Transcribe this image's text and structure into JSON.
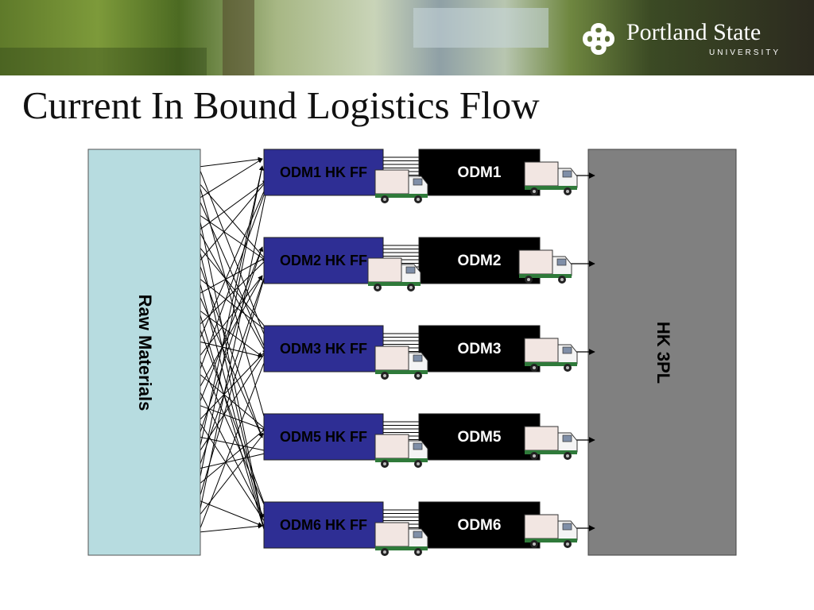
{
  "header": {
    "university_name": "Portland State",
    "university_sub": "UNIVERSITY"
  },
  "title": "Current In Bound Logistics Flow",
  "diagram": {
    "source": {
      "label": "Raw Materials",
      "color": "#b7dce0"
    },
    "destination": {
      "label": "HK 3PL",
      "color": "#808080"
    },
    "forwarders": [
      {
        "label": "ODM1 HK FF"
      },
      {
        "label": "ODM2 HK FF"
      },
      {
        "label": "ODM3 HK FF"
      },
      {
        "label": "ODM5 HK FF"
      },
      {
        "label": "ODM6 HK FF"
      }
    ],
    "odms": [
      {
        "label": "ODM1"
      },
      {
        "label": "ODM2"
      },
      {
        "label": "ODM3"
      },
      {
        "label": "ODM5"
      },
      {
        "label": "ODM6"
      }
    ],
    "colors": {
      "forwarder": "#2e2e94",
      "odm": "#000000",
      "arrow": "#000000",
      "truck_cab": "#f4f4f4",
      "truck_cargo": "#f2e6e2",
      "truck_stripe": "#2f7a3a"
    }
  }
}
